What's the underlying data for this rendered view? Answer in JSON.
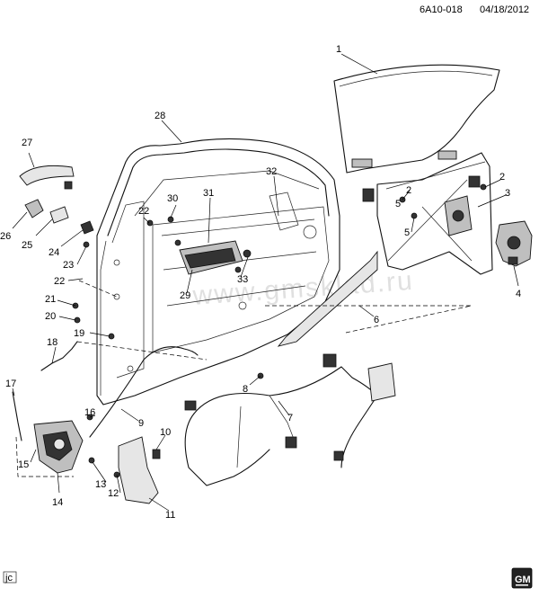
{
  "header": {
    "code": "6A10-018",
    "date": "04/18/2012"
  },
  "watermark": "www.gmsklad.ru",
  "footer": {
    "corner_mark": "jc",
    "brand": "GM"
  },
  "callouts": [
    "1",
    "2",
    "3",
    "4",
    "5",
    "6",
    "7",
    "8",
    "9",
    "10",
    "11",
    "12",
    "13",
    "14",
    "15",
    "16",
    "17",
    "18",
    "19",
    "20",
    "21",
    "22",
    "23",
    "24",
    "25",
    "26",
    "27",
    "28",
    "29",
    "30",
    "31",
    "32",
    "33",
    "2",
    "5",
    "22"
  ]
}
